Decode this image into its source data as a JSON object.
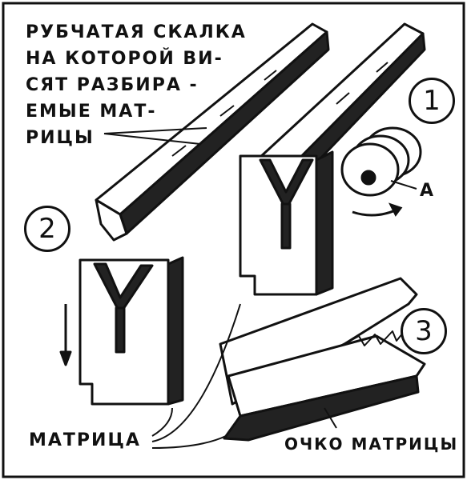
{
  "caption": {
    "lines": [
      "РУБЧАТАЯ СКАЛКА",
      "НА КОТОРОЙ ВИ-",
      "СЯТ РАЗБИРА -",
      "ЕМЫЕ МАТ-",
      "РИЦЫ"
    ]
  },
  "step_numbers": [
    "1",
    "2",
    "3"
  ],
  "label_a": "А",
  "label_matrix": "МАТРИЦА",
  "label_matrix_eye": "ОЧКО МАТРИЦЫ"
}
